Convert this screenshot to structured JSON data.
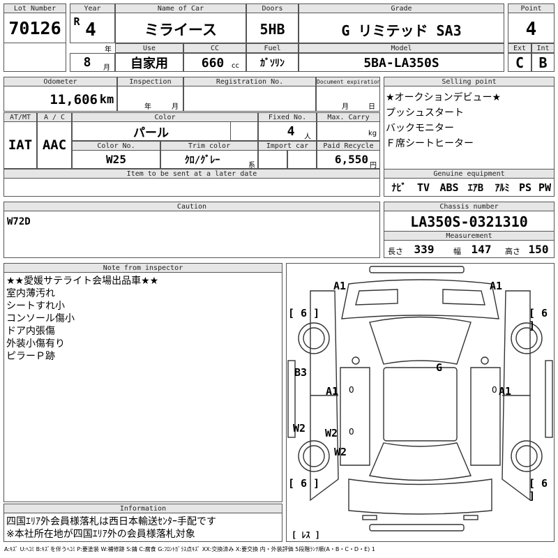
{
  "headers": {
    "lot_number": "Lot Number",
    "year": "Year",
    "name_of_car": "Name of Car",
    "doors": "Doors",
    "grade": "Grade",
    "point": "Point",
    "use": "Use",
    "cc": "CC",
    "fuel": "Fuel",
    "model": "Model",
    "ext": "Ext",
    "int": "Int",
    "odometer": "Odometer",
    "inspection": "Inspection",
    "registration_no": "Registration No.",
    "document_expiration": "Document expiration",
    "selling_point": "Selling point",
    "atmt": "AT/MT",
    "ac": "A / C",
    "color": "Color",
    "fixed_no": "Fixed No.",
    "max_carry": "Max. Carry",
    "color_no": "Color No.",
    "trim_color": "Trim color",
    "import_car": "Import car",
    "paid_recycle": "Paid Recycle",
    "item_later": "Item to be sent at a later date",
    "genuine_equipment": "Genuine equipment",
    "caution": "Caution",
    "chassis_number": "Chassis number",
    "measurement": "Measurement",
    "note_from_inspector": "Note from inspector",
    "information": "Information"
  },
  "lot": {
    "number": "70126"
  },
  "year": {
    "era": "R",
    "value": "4",
    "year_unit": "年",
    "month": "8",
    "month_unit": "月"
  },
  "car": {
    "name": "ミライース",
    "doors": "5HB",
    "grade": "G リミテッド SA3"
  },
  "point": {
    "value": "4",
    "ext": "C",
    "int": "B"
  },
  "spec": {
    "use": "自家用",
    "cc": "660",
    "cc_unit": "cc",
    "fuel": "ｶﾞｿﾘﾝ",
    "model": "5BA-LA350S"
  },
  "odometer": {
    "value": "11,606",
    "unit": "km"
  },
  "inspection": {
    "year_unit": "年",
    "month_unit": "月"
  },
  "document": {
    "month_unit": "月",
    "day_unit": "日"
  },
  "selling_points": [
    "★オークションデビュー★",
    "プッシュスタート",
    "バックモニター",
    "Ｆ席シートヒーター"
  ],
  "trans": {
    "atmt": "IAT",
    "ac": "AAC"
  },
  "color": {
    "name": "パール",
    "fixed_no": "4",
    "fixed_unit": "人",
    "carry_unit": "kg",
    "color_no": "W25",
    "trim": "ｸﾛ/ｸﾞﾚｰ",
    "trim_suffix": "系"
  },
  "recycle": {
    "value": "6,550",
    "unit": "円"
  },
  "equipment": [
    "ﾅﾋﾞ",
    "TV",
    "ABS",
    "ｴｱB",
    "ｱﾙﾐ",
    "PS",
    "PW"
  ],
  "caution": {
    "text": "W72D"
  },
  "chassis": {
    "number": "LA350S-0321310"
  },
  "measurement": {
    "length_label": "長さ",
    "length": "339",
    "width_label": "幅",
    "width": "147",
    "height_label": "高さ",
    "height": "150"
  },
  "notes": [
    "★★愛媛サテライト会場出品車★★",
    "室内薄汚れ",
    "シートすれ小",
    "コンソール傷小",
    "ドア内張傷",
    "外装小傷有り",
    "ピラーＰ跡"
  ],
  "information": [
    "四国ｴﾘｱ外会員様落札は西日本輸送ｾﾝﾀｰ手配です",
    "※本社所在地が四国ｴﾘｱ外の会員様落札対象"
  ],
  "diagram": {
    "a1_tl": "A1",
    "a1_tr": "A1",
    "tyre_tl": "[ 6 ]",
    "tyre_tr": "[ 6 ]",
    "tyre_bl": "[ 6 ]",
    "tyre_br": "[ 6 ]",
    "g": "G",
    "b3": "B3",
    "a1_ml": "A1",
    "a1_mr": "A1",
    "w2_l": "W2",
    "w2_ml": "W2",
    "w2_ml2": "W2",
    "zero_l1": "0",
    "zero_r1": "0",
    "zero_l2": "0",
    "rest": "[ ﾚｽ ]"
  },
  "legend": "A:ｷｽﾞ U:ﾍｺﾐ B:ｷｽﾞを伴うﾍｺﾐ P:要塗装 W:補修跡 S:錆 C:腐食 G:ﾌﾛﾝﾄｶﾞﾗｽ点ｷｽﾞ XX:交換済み X:要交換  内・外装評価  5段階ﾗﾝｸ順(A・B・C・D・E) 1"
}
